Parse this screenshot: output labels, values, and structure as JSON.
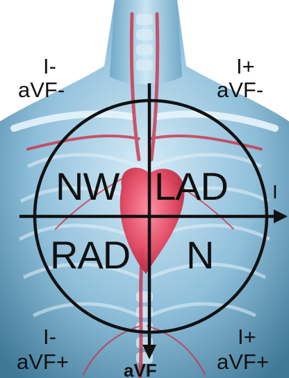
{
  "corners": {
    "top_left": [
      "I-",
      "aVF-"
    ],
    "top_right": [
      "I+",
      "aVF-"
    ],
    "bottom_left": [
      "I-",
      "aVF+"
    ],
    "bottom_right": [
      "I+",
      "aVF+"
    ]
  },
  "quadrants": {
    "top_left": "NW",
    "top_right": "LAD",
    "bottom_left": "RAD",
    "bottom_right": "N"
  },
  "axes": {
    "horizontal": "I",
    "vertical": "aVF"
  },
  "colors": {
    "background": "#0e3f59",
    "body_glow": "#9fd0ec",
    "heart": "#e64a63",
    "vessels": "#c8344b",
    "lines": "#111111"
  }
}
